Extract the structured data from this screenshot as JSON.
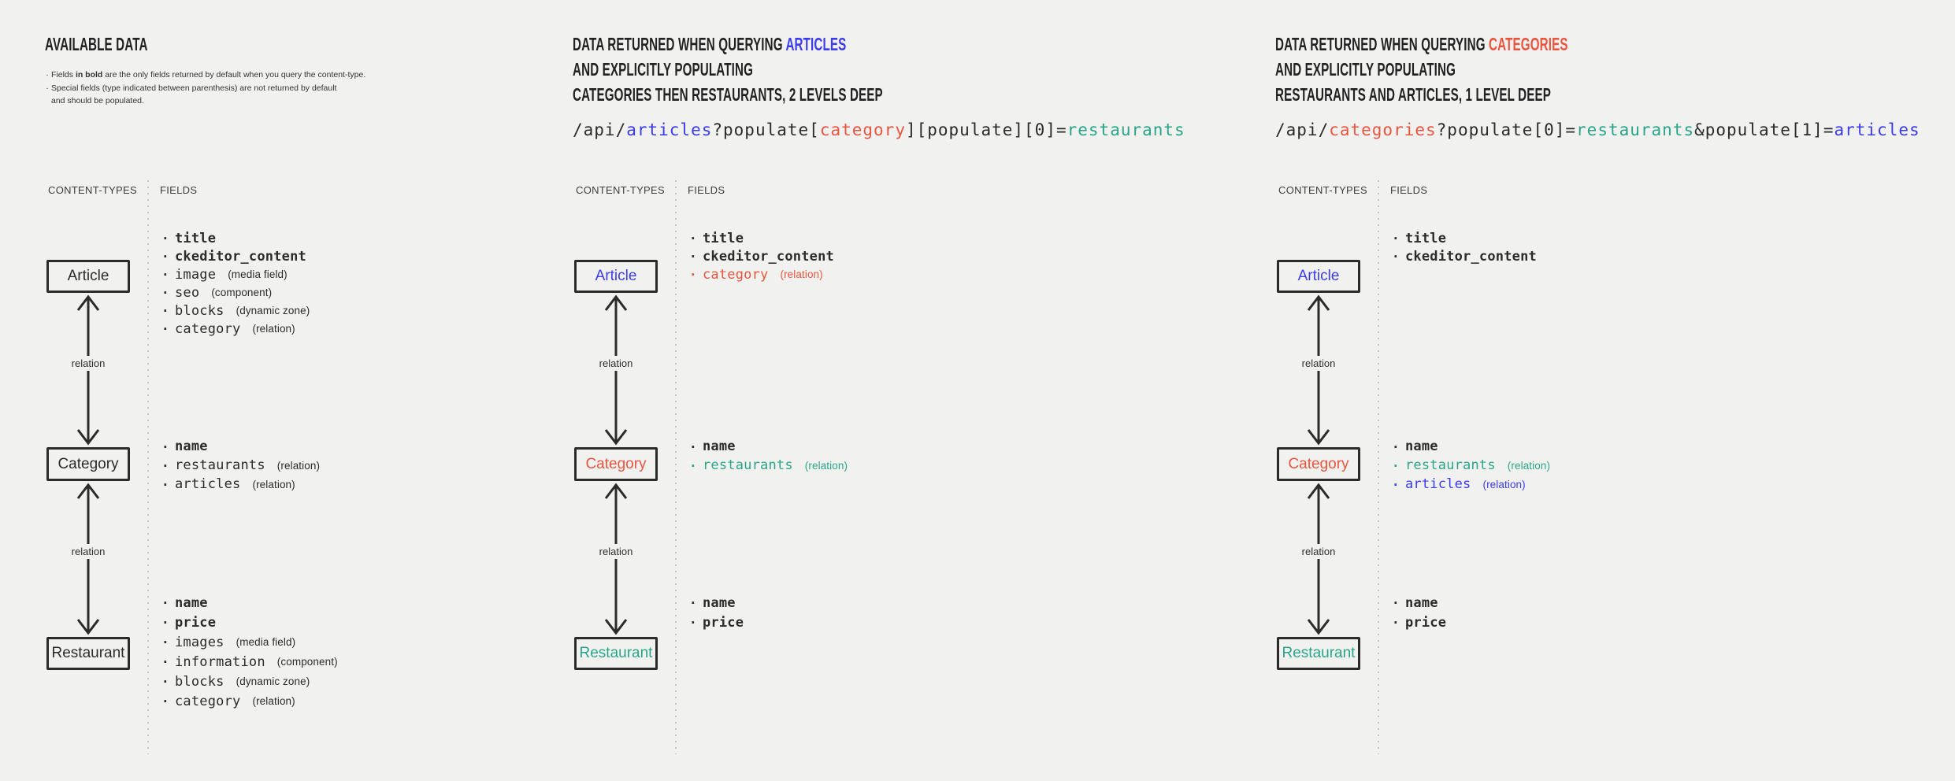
{
  "colors": {
    "background": "#f1f1ef",
    "ink": "#2b2b2b",
    "accent_blue": "#3b3bf0",
    "accent_red": "#ea5540",
    "accent_teal": "#2ba58a"
  },
  "p1": {
    "title": "AVAILABLE DATA",
    "note1_pre": "Fields ",
    "note1_bold": "in bold",
    "note1_post": " are the only fields returned by default when you query the content-type.",
    "note2_line1": "Special fields (type indicated between parenthesis) are not returned by default",
    "note2_line2": "and should be populated.",
    "col_types": "CONTENT-TYPES",
    "col_fields": "FIELDS",
    "box_article": "Article",
    "box_category": "Category",
    "box_restaurant": "Restaurant",
    "rel1": "relation",
    "rel2": "relation",
    "article_fields": [
      {
        "name": "title"
      },
      {
        "name": "ckeditor_content"
      },
      {
        "name": "image",
        "type": "(media field)"
      },
      {
        "name": "seo",
        "type": "(component)"
      },
      {
        "name": "blocks",
        "type": "(dynamic zone)"
      },
      {
        "name": "category",
        "type": "(relation)"
      }
    ],
    "category_fields": [
      {
        "name": "name"
      },
      {
        "name": "restaurants",
        "type": "(relation)"
      },
      {
        "name": "articles",
        "type": "(relation)"
      }
    ],
    "restaurant_fields": [
      {
        "name": "name"
      },
      {
        "name": "price"
      },
      {
        "name": "images",
        "type": "(media field)"
      },
      {
        "name": "information",
        "type": "(component)"
      },
      {
        "name": "blocks",
        "type": "(dynamic zone)"
      },
      {
        "name": "category",
        "type": "(relation)"
      }
    ]
  },
  "p2": {
    "title_pre": "DATA RETURNED WHEN QUERYING ",
    "title_accent": "ARTICLES",
    "title_l2": "AND EXPLICITLY POPULATING",
    "title_l3": "CATEGORIES THEN RESTAURANTS, 2 LEVELS DEEP",
    "code": {
      "s0": "/api/",
      "s1": "articles",
      "s2": "?populate[",
      "s3": "category",
      "s4": "][populate][0]=",
      "s5": "restaurants"
    },
    "col_types": "CONTENT-TYPES",
    "col_fields": "FIELDS",
    "box_article": "Article",
    "box_category": "Category",
    "box_restaurant": "Restaurant",
    "rel1": "relation",
    "rel2": "relation",
    "article_fields": [
      {
        "name": "title"
      },
      {
        "name": "ckeditor_content"
      },
      {
        "name": "category",
        "type": "(relation)"
      }
    ],
    "category_fields": [
      {
        "name": "name"
      },
      {
        "name": "restaurants",
        "type": "(relation)"
      }
    ],
    "restaurant_fields": [
      {
        "name": "name"
      },
      {
        "name": "price"
      }
    ]
  },
  "p3": {
    "title_pre": "DATA RETURNED WHEN QUERYING ",
    "title_accent": "CATEGORIES",
    "title_l2": "AND EXPLICITLY POPULATING",
    "title_l3": "RESTAURANTS AND ARTICLES, 1 LEVEL DEEP",
    "code": {
      "s0": "/api/",
      "s1": "categories",
      "s2": "?populate[0]=",
      "s3": "restaurants",
      "s4": "&populate[1]=",
      "s5": "articles"
    },
    "col_types": "CONTENT-TYPES",
    "col_fields": "FIELDS",
    "box_article": "Article",
    "box_category": "Category",
    "box_restaurant": "Restaurant",
    "rel1": "relation",
    "rel2": "relation",
    "article_fields": [
      {
        "name": "title"
      },
      {
        "name": "ckeditor_content"
      }
    ],
    "category_fields": [
      {
        "name": "name"
      },
      {
        "name": "restaurants",
        "type": "(relation)"
      },
      {
        "name": "articles",
        "type": "(relation)"
      }
    ],
    "restaurant_fields": [
      {
        "name": "name"
      },
      {
        "name": "price"
      }
    ]
  }
}
